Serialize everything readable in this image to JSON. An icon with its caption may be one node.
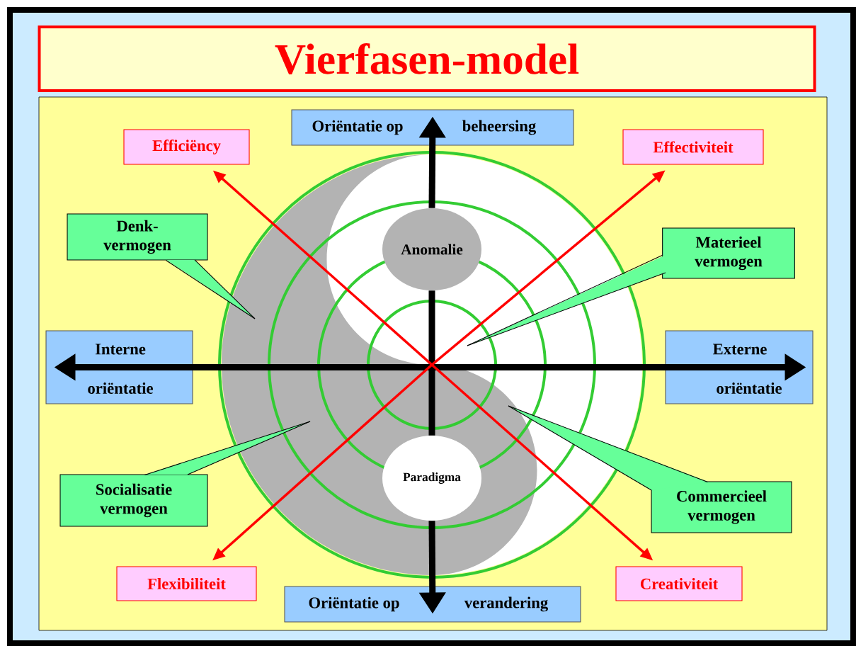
{
  "diagram": {
    "title": "Vierfasen-model",
    "nodes": [
      {
        "text": [
          "Oriëntatie op",
          "beheersing"
        ]
      },
      {
        "text": [
          "Efficiëncy"
        ]
      },
      {
        "text": [
          "Effectiviteit"
        ]
      },
      {
        "text": [
          "Denk- vermogen"
        ]
      },
      {
        "text": [
          "Anomalie"
        ]
      },
      {
        "text": [
          "Materieel vermogen"
        ]
      },
      {
        "text": [
          "Interne",
          "oriëntatie"
        ]
      },
      {
        "text": [
          "Externe",
          "oriëntatie"
        ]
      },
      {
        "text": [
          "Paradigma"
        ]
      },
      {
        "text": [
          "Socialisatie vermogen"
        ]
      },
      {
        "text": [
          "Commercieel vermogen"
        ]
      },
      {
        "text": [
          "Flexibiliteit"
        ]
      },
      {
        "text": [
          "Creativiteit"
        ]
      },
      {
        "text": [
          "Oriëntatie op",
          "verandering"
        ]
      }
    ],
    "edges": [
      {
        "from": 6,
        "to": 7,
        "arrow": "both",
        "style": "thick"
      },
      {
        "from": 4,
        "to": 0,
        "arrow": "to",
        "style": "thick"
      },
      {
        "from": 4,
        "to": 8,
        "arrow": "none",
        "style": "thick"
      },
      {
        "from": 8,
        "to": 13,
        "arrow": "to",
        "style": "thick"
      },
      {
        "from": null,
        "to": 1,
        "arrow": "to",
        "color": "#ff0000"
      },
      {
        "from": null,
        "to": 2,
        "arrow": "to",
        "color": "#ff0000"
      },
      {
        "from": null,
        "to": 11,
        "arrow": "to",
        "color": "#ff0000"
      },
      {
        "from": null,
        "to": 12,
        "arrow": "to",
        "color": "#ff0000"
      },
      {
        "from": 3,
        "to": null,
        "arrow": "none"
      },
      {
        "from": 5,
        "to": null,
        "arrow": "none"
      },
      {
        "from": 9,
        "to": null,
        "arrow": "none"
      },
      {
        "from": 10,
        "to": null,
        "arrow": "none"
      }
    ]
  }
}
